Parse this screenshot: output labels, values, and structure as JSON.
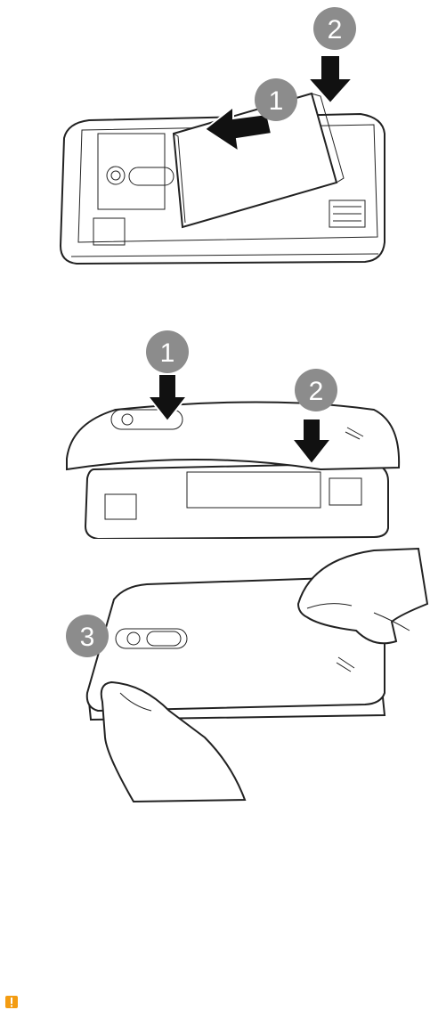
{
  "figure1": {
    "steps": [
      {
        "number": "1"
      },
      {
        "number": "2"
      }
    ]
  },
  "figure2": {
    "steps": [
      {
        "number": "1"
      },
      {
        "number": "2"
      }
    ]
  },
  "figure3": {
    "steps": [
      {
        "number": "3"
      }
    ]
  },
  "footer": {
    "warning_icon": "warning-icon",
    "warning_color": "#f39c12"
  }
}
